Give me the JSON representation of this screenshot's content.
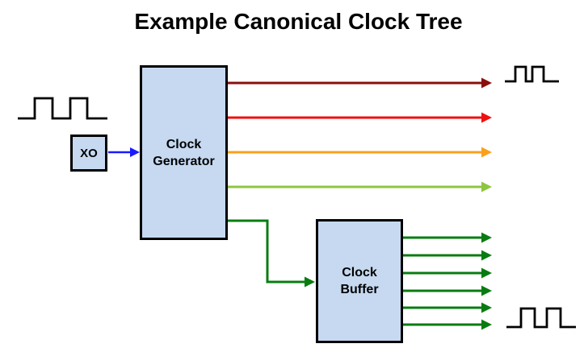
{
  "title": "Example Canonical Clock Tree",
  "colors": {
    "background": "#ffffff",
    "title_text": "#000000",
    "node_fill": "#c6d9f1",
    "node_border": "#000000",
    "waveform": "#000000",
    "blue": "#1a1aff",
    "dark_red": "#8b0f0e",
    "red": "#ee1111",
    "orange": "#f9a11b",
    "yellow_green": "#8dc63f",
    "green": "#097c11"
  },
  "nodes": {
    "xo": {
      "label": "XO"
    },
    "clock_generator": {
      "label": "Clock\nGenerator"
    },
    "clock_buffer": {
      "label": "Clock\nBuffer"
    }
  },
  "connections": {
    "xo_to_generator": {
      "from": "XO",
      "to": "Clock Generator",
      "color_key": "blue"
    },
    "generator_outputs": [
      {
        "color_key": "dark_red"
      },
      {
        "color_key": "red"
      },
      {
        "color_key": "orange"
      },
      {
        "color_key": "yellow_green"
      }
    ],
    "generator_to_buffer": {
      "from": "Clock Generator",
      "to": "Clock Buffer",
      "color_key": "green"
    },
    "buffer_output_count": 6,
    "buffer_output_color_key": "green"
  },
  "icons": {
    "input_waveform": "square-wave",
    "output_waveform_top": "square-wave",
    "output_waveform_bottom": "square-wave"
  }
}
